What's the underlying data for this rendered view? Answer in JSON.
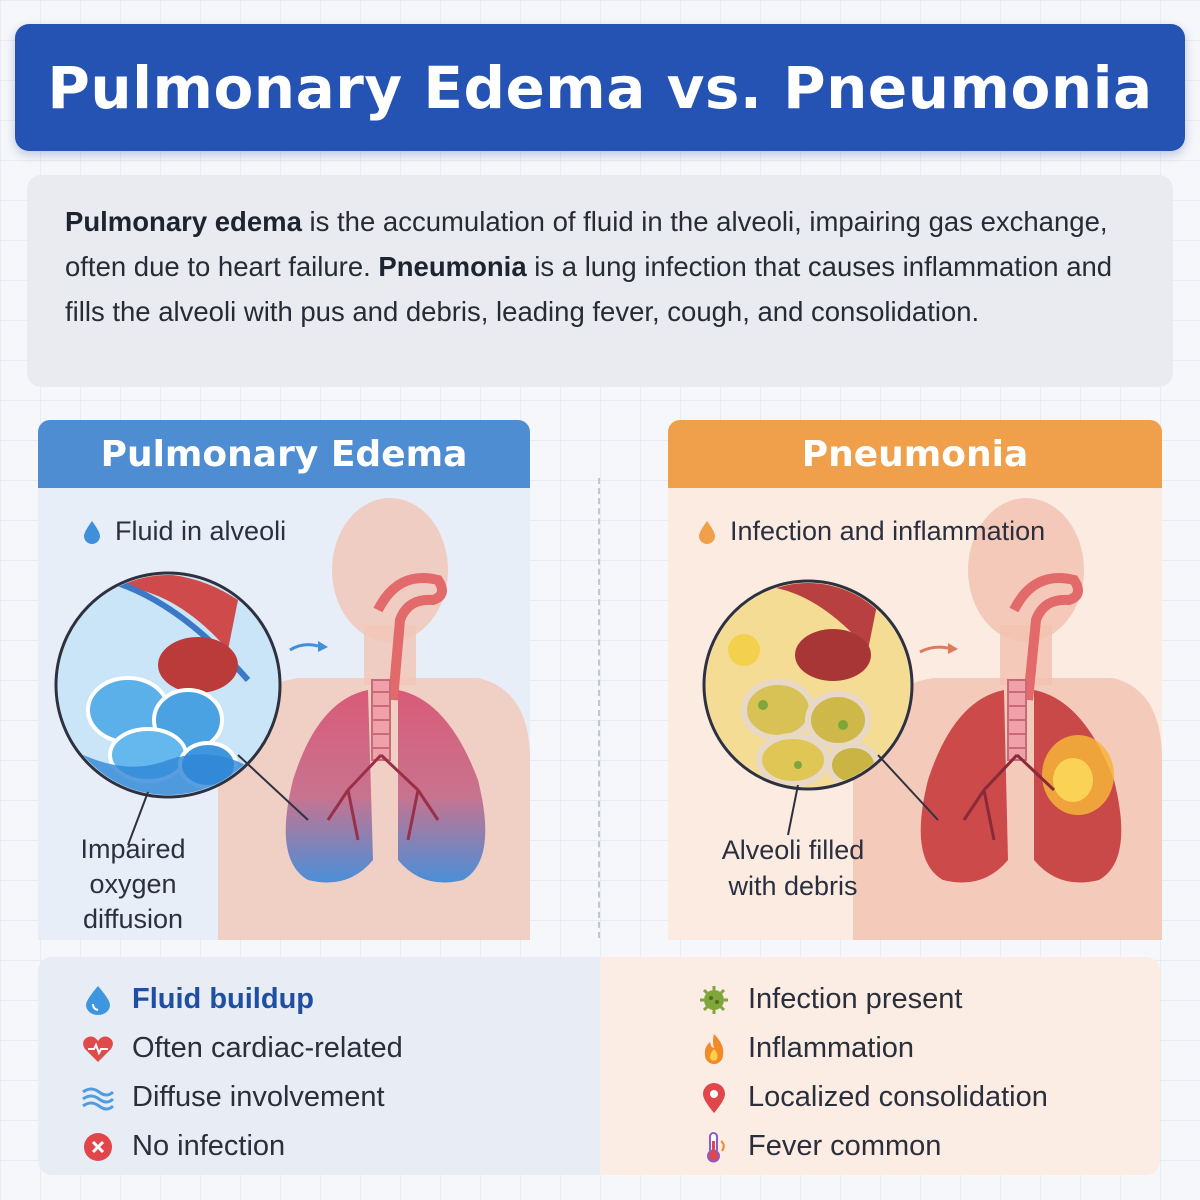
{
  "title": "Pulmonary Edema vs. Pneumonia",
  "intro": {
    "term1": "Pulmonary edema",
    "text1": " is the accumulation of fluid in the alveoli, impairing gas exchange, often due to heart failure. ",
    "term2": "Pneumonia",
    "text2": " is a lung infection that causes inflammation and fills the alveoli with pus and debris, leading fever, cough, and consolidation."
  },
  "left_panel": {
    "header": "Pulmonary Edema",
    "tag": "Fluid in alveoli",
    "callout_line1": "Impaired",
    "callout_line2": "oxygen",
    "callout_line3": "diffusion"
  },
  "right_panel": {
    "header": "Pneumonia",
    "tag": "Infection and inflammation",
    "callout_line1": "Alveoli filled",
    "callout_line2": "with debris"
  },
  "left_features": [
    {
      "label": "Fluid buildup",
      "icon": "water-drop-icon"
    },
    {
      "label": "Often cardiac-related",
      "icon": "heart-icon"
    },
    {
      "label": "Diffuse involvement",
      "icon": "waves-icon"
    },
    {
      "label": "No infection",
      "icon": "x-circle-icon"
    }
  ],
  "right_features": [
    {
      "label": "Infection present",
      "icon": "germ-icon"
    },
    {
      "label": "Inflammation",
      "icon": "flame-icon"
    },
    {
      "label": "Localized consolidation",
      "icon": "location-pin-icon"
    },
    {
      "label": "Fever common",
      "icon": "thermometer-icon"
    }
  ],
  "colors": {
    "title_bg": "#2553b3",
    "edema_header": "#4f8dd2",
    "pneumonia_header": "#f0a04a",
    "fluid_blue": "#3f8fdc",
    "infection_orange": "#f0a04a"
  }
}
